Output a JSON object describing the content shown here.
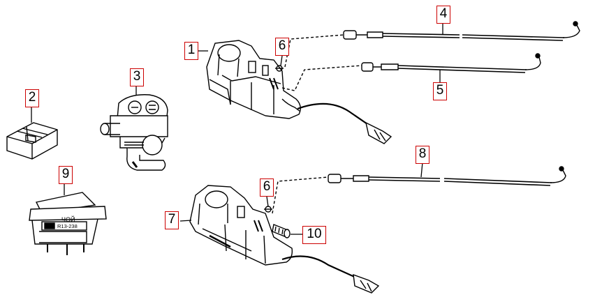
{
  "callouts": [
    {
      "id": "c1",
      "label": "1"
    },
    {
      "id": "c2",
      "label": "2"
    },
    {
      "id": "c3",
      "label": "3"
    },
    {
      "id": "c4",
      "label": "4"
    },
    {
      "id": "c5",
      "label": "5"
    },
    {
      "id": "c6a",
      "label": "6"
    },
    {
      "id": "c6b",
      "label": "6"
    },
    {
      "id": "c7",
      "label": "7"
    },
    {
      "id": "c8",
      "label": "8"
    },
    {
      "id": "c9",
      "label": "9"
    },
    {
      "id": "c10",
      "label": "10"
    }
  ],
  "switch_text": {
    "top": "ЧОЙ",
    "part_no": "R13-238"
  },
  "colors": {
    "callout_border": "#cc0000",
    "line": "#000000"
  }
}
